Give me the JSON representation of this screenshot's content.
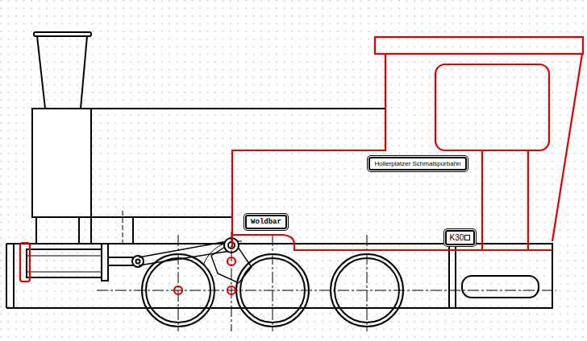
{
  "diagram": {
    "nodes": [
      {
        "text": [
          "Hollerplatzer Schmalspurbahn"
        ]
      },
      {
        "text": [
          "Woldbar"
        ]
      },
      {
        "text": [
          "K30"
        ]
      }
    ]
  }
}
